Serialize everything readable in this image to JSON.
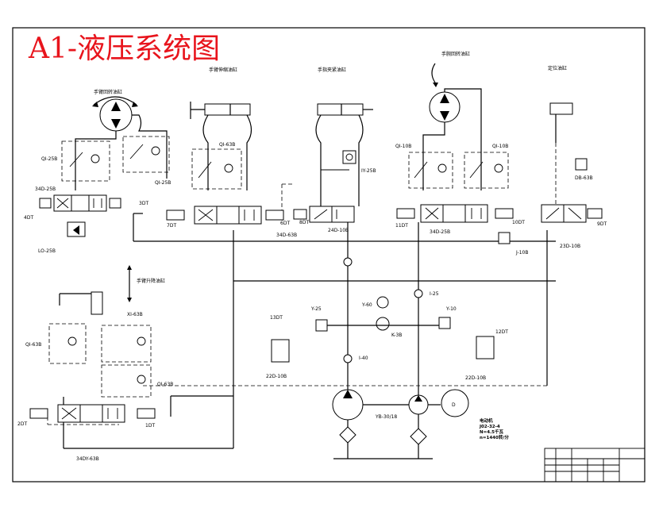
{
  "title": "A1-液压系统图",
  "labels": {
    "cyl_wrist": "手臂回转油缸",
    "cyl_arm_extend": "手臂伸缩油缸",
    "cyl_grip": "手指夹紧油缸",
    "cyl_wrist_rotate": "手腕回转油缸",
    "cyl_locate": "定位油缸",
    "cyl_lift": "手臂升降油缸",
    "v_qi25b_a": "QI-25B",
    "v_qi25b_b": "QI-25B",
    "v_34d25b": "34D-25B",
    "v_lo25b": "LO-25B",
    "sol_4dt": "4DT",
    "sol_3dt": "3DT",
    "v_qi63b_top": "QI-63B",
    "sol_7dt": "7DT",
    "sol_6dt": "6DT",
    "v_34d63b": "34D-63B",
    "v_iy25b": "IY-25B",
    "v_24d10b": "24D-10B",
    "sol_8dt": "8DT",
    "v_qi10b_a": "QI-10B",
    "v_qi10b_b": "QI-10B",
    "v_34d25b_b": "34D-25B",
    "sol_11dt": "11DT",
    "sol_10dt": "10DT",
    "v_db63b": "DB-63B",
    "v_23d10b": "23D-10B",
    "sol_9dt": "9DT",
    "v_j10b": "J-10B",
    "v_xi63b": "XI-63B",
    "v_qi63b_left": "QI-63B",
    "v_qi63b_mid": "QI-63B",
    "sol_2dt": "2DT",
    "sol_1dt": "1DT",
    "v_34dy63b": "34DY-63B",
    "v_i25_top": "I-25",
    "v_y25": "Y-25",
    "v_y10": "Y-10",
    "v_y60": "Y-60",
    "v_k3b": "K-3B",
    "v_i40": "I-40",
    "sol_13dt": "13DT",
    "sol_12dt": "12DT",
    "v_22d10b_a": "22D-10B",
    "v_22d10b_b": "22D-10B",
    "pump": "YB-30/18",
    "motor": "D",
    "motor_info": [
      "电动机",
      "J02-32-4",
      "N=4.5千瓦",
      "n=1440转/分"
    ]
  }
}
